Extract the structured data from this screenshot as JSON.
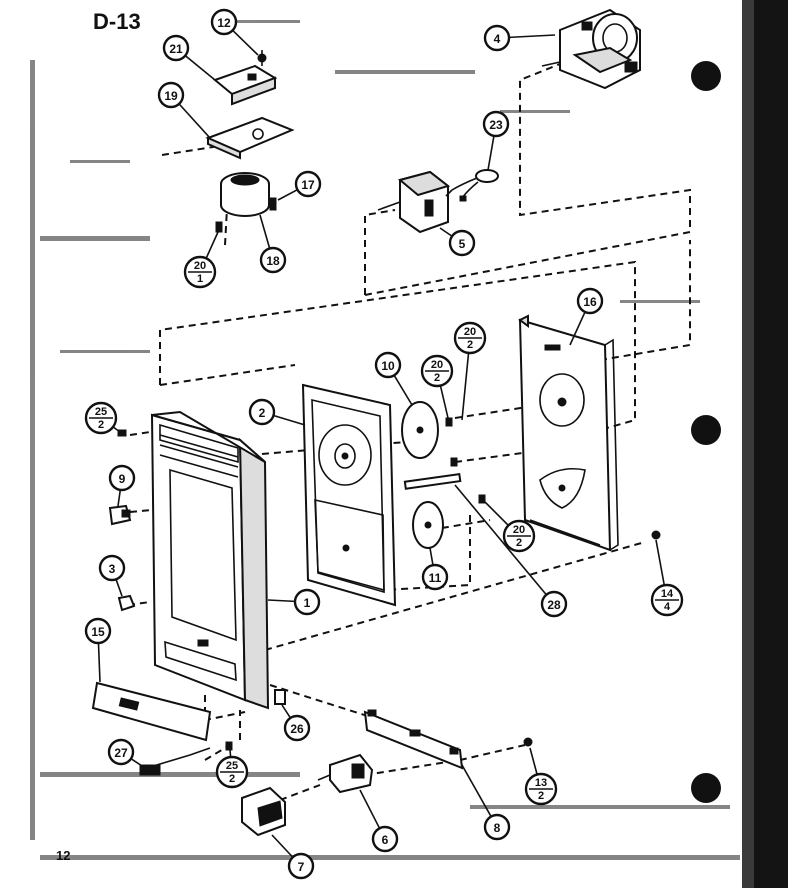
{
  "page": {
    "code": "D-13",
    "number": "12"
  },
  "callouts": [
    {
      "id": "c12",
      "num": "12"
    },
    {
      "id": "c21",
      "num": "21"
    },
    {
      "id": "c4",
      "num": "4"
    },
    {
      "id": "c19",
      "num": "19"
    },
    {
      "id": "c23",
      "num": "23"
    },
    {
      "id": "c17",
      "num": "17"
    },
    {
      "id": "c18",
      "num": "18"
    },
    {
      "id": "c20a",
      "num": "20",
      "qty": "1"
    },
    {
      "id": "c5",
      "num": "5"
    },
    {
      "id": "c16",
      "num": "16"
    },
    {
      "id": "c20b",
      "num": "20",
      "qty": "2"
    },
    {
      "id": "c20c",
      "num": "20",
      "qty": "2"
    },
    {
      "id": "c10",
      "num": "10"
    },
    {
      "id": "c25a",
      "num": "25",
      "qty": "2"
    },
    {
      "id": "c2",
      "num": "2"
    },
    {
      "id": "c9",
      "num": "9"
    },
    {
      "id": "c20d",
      "num": "20",
      "qty": "2"
    },
    {
      "id": "c11",
      "num": "11"
    },
    {
      "id": "c28",
      "num": "28"
    },
    {
      "id": "c14",
      "num": "14",
      "qty": "4"
    },
    {
      "id": "c3",
      "num": "3"
    },
    {
      "id": "c1",
      "num": "1"
    },
    {
      "id": "c15",
      "num": "15"
    },
    {
      "id": "c26",
      "num": "26"
    },
    {
      "id": "c27",
      "num": "27"
    },
    {
      "id": "c25b",
      "num": "25",
      "qty": "2"
    },
    {
      "id": "c13",
      "num": "13",
      "qty": "2"
    },
    {
      "id": "c8",
      "num": "8"
    },
    {
      "id": "c6",
      "num": "6"
    },
    {
      "id": "c7",
      "num": "7"
    }
  ]
}
